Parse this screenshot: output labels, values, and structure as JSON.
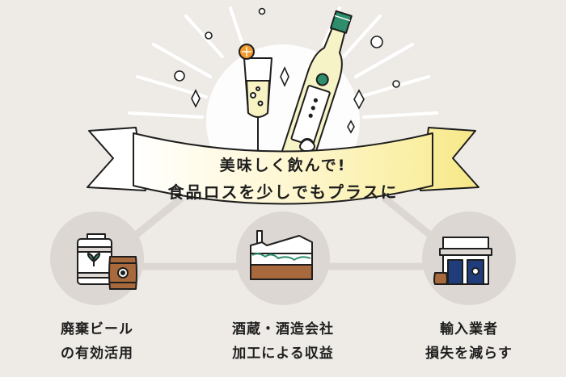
{
  "banner": {
    "line1": "美味しく飲んで!",
    "line2": "食品ロスを少しでもプラスに"
  },
  "items": [
    {
      "line1": "廃棄ビール",
      "line2": "の有効活用",
      "icon": "beer-keg-barrel-icon"
    },
    {
      "line1": "酒蔵・酒造会社",
      "line2": "加工による収益",
      "icon": "factory-icon"
    },
    {
      "line1": "輸入業者",
      "line2": "損失を減らす",
      "icon": "shop-icon"
    }
  ],
  "colors": {
    "background": "#eeebe7",
    "circle": "#dcd7d2",
    "banner_yellow": "#fbf2b8",
    "bottle": "#f6f3c6",
    "bottle_cap": "#2e8e6b",
    "orange": "#f39a2c",
    "line": "#1e1e1e"
  }
}
